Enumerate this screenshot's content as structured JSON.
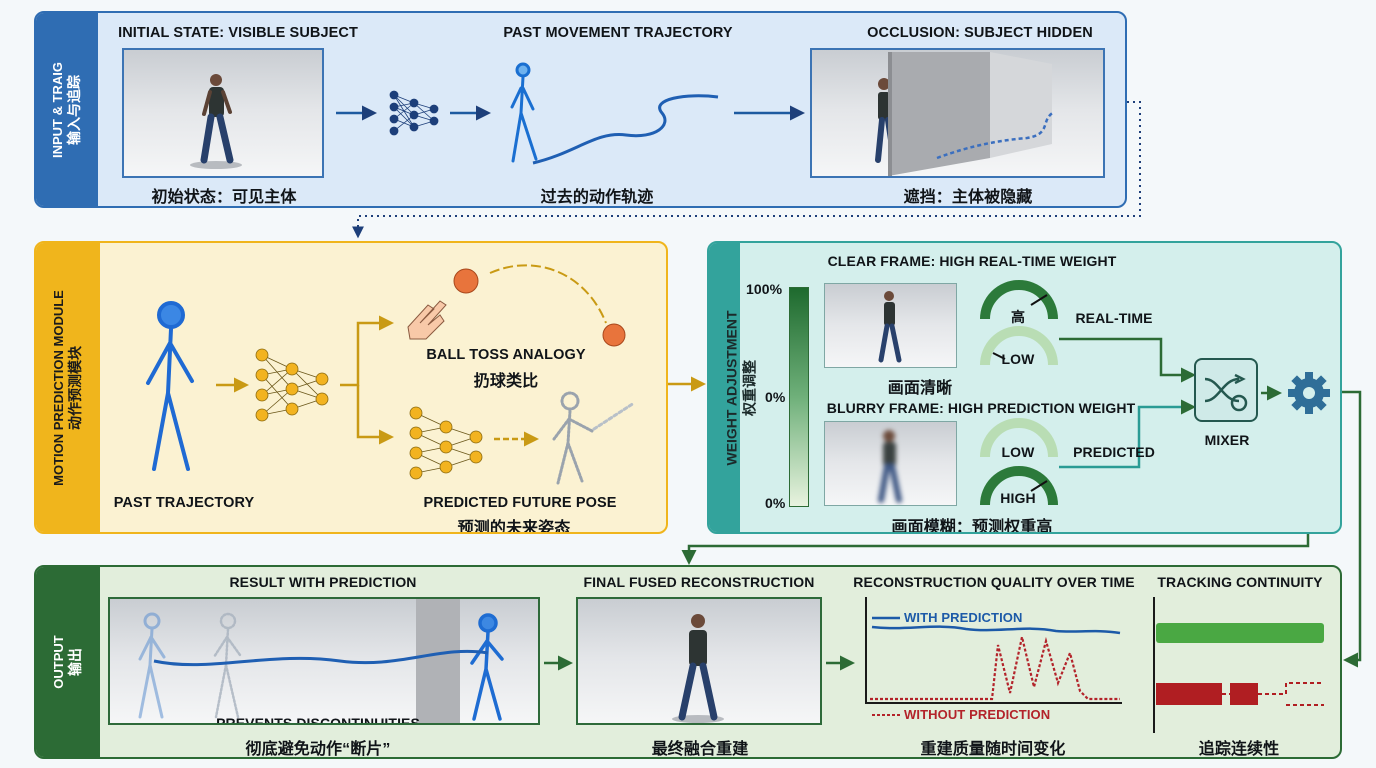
{
  "input": {
    "tab_line1": "INPUT & TRAIG",
    "tab_line2": "输入与追踪",
    "steps": [
      {
        "title": "INITIAL STATE: VISIBLE SUBJECT",
        "caption": "初始状态：可见主体"
      },
      {
        "title": "PAST MOVEMENT TRAJECTORY",
        "caption": "过去的动作轨迹"
      },
      {
        "title": "OCCLUSION: SUBJECT HIDDEN",
        "caption": "遮挡：主体被隐藏"
      }
    ]
  },
  "motion": {
    "tab_line1": "MOTION PREDICTION MODULE",
    "tab_line2": "动作预测模块",
    "past_label": "PAST TRAJECTORY",
    "ball_label": "BALL TOSS ANALOGY",
    "ball_caption": "扔球类比",
    "future_label": "PREDICTED FUTURE POSE",
    "future_caption": "预测的未来姿态"
  },
  "weight": {
    "side_line1": "WEIGHT ADJUSTMENT",
    "side_line2": "权重调整",
    "bar_top": "100%",
    "bar_mid": "0%",
    "bar_bottom": "0%",
    "clear_title": "CLEAR FRAME: HIGH REAL-TIME WEIGHT",
    "clear_gauge_top": "高",
    "clear_gauge_bottom": "LOW",
    "clear_caption": "画面清晰",
    "blurry_title": "BLURRY FRAME: HIGH PREDICTION WEIGHT",
    "blurry_gauge_top": "LOW",
    "blurry_gauge_bottom": "HIGH",
    "blurry_caption": "画面模糊：预测权重高",
    "realtime_label": "REAL-TIME",
    "predicted_label": "PREDICTED",
    "mixer_label": "MIXER"
  },
  "output": {
    "tab_line1": "OUTPUT",
    "tab_line2": "输出",
    "result_title": "RESULT WITH PREDICTION",
    "result_inner": "PREVENTS DISCONTINUITIES",
    "result_caption": "彻底避免动作“断片”",
    "fused_title": "FINAL FUSED RECONSTRUCTION",
    "fused_caption": "最终融合重建",
    "quality_title": "RECONSTRUCTION QUALITY OVER TIME",
    "quality_with": "WITH PREDICTION",
    "quality_without": "WITHOUT PREDICTION",
    "quality_caption": "重建质量随时间变化",
    "tracking_title": "TRACKING CONTINUITY",
    "tracking_caption": "追踪连续性"
  },
  "colors": {
    "input_accent": "#2f6db3",
    "input_bg": "#dbe9f8",
    "motion_accent": "#f0b51c",
    "motion_bg": "#fbf2d2",
    "weight_accent": "#33a39c",
    "weight_bg": "#d4efec",
    "output_accent": "#2c6b35",
    "output_bg": "#e2eedc",
    "with_prediction": "#1c5aa8",
    "without_prediction": "#b3232a"
  }
}
